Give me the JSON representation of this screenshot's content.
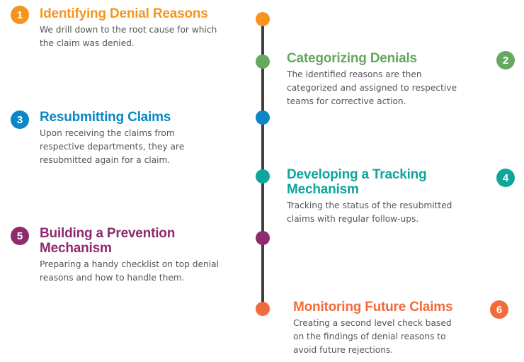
{
  "colors": {
    "line": "#3f3f3f",
    "text": "#555555"
  },
  "steps": [
    {
      "number": "1",
      "title": "Identifying Denial Reasons",
      "description_lines": [
        "We drill down to the root cause for which",
        "the claim was denied."
      ],
      "color": "#f7941d"
    },
    {
      "number": "2",
      "title": "Categorizing Denials",
      "description_lines": [
        "The identified reasons are then",
        "categorized and assigned to respective",
        "teams for corrective action."
      ],
      "color": "#65a85e"
    },
    {
      "number": "3",
      "title": "Resubmitting Claims",
      "description_lines": [
        "Upon receiving the claims from",
        "respective departments, they are",
        "resubmitted again for a claim."
      ],
      "color": "#0a87c4"
    },
    {
      "number": "4",
      "title_lines": [
        "Developing a Tracking",
        "Mechanism"
      ],
      "description_lines": [
        "Tracking the status of the resubmitted",
        "claims with regular follow-ups."
      ],
      "color": "#0ea59a"
    },
    {
      "number": "5",
      "title_lines": [
        "Building a Prevention",
        "Mechanism"
      ],
      "description_lines": [
        "Preparing a handy checklist on top denial",
        "reasons and how to handle them."
      ],
      "color": "#8e2a6e"
    },
    {
      "number": "6",
      "title": "Monitoring Future Claims",
      "description_lines": [
        "Creating a second level check based",
        "on the findings of denial reasons to",
        "avoid future rejections."
      ],
      "color": "#f26b3a"
    }
  ]
}
